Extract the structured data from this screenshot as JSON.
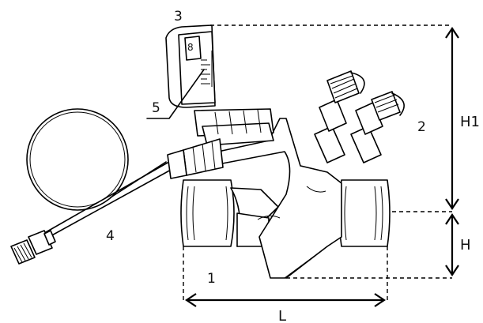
{
  "callouts": {
    "c1": "1",
    "c2": "2",
    "c3": "3",
    "c4": "4",
    "c5": "5"
  },
  "dimensions": {
    "L": "L",
    "H": "H",
    "H1": "H1"
  },
  "scale_digit": "8"
}
